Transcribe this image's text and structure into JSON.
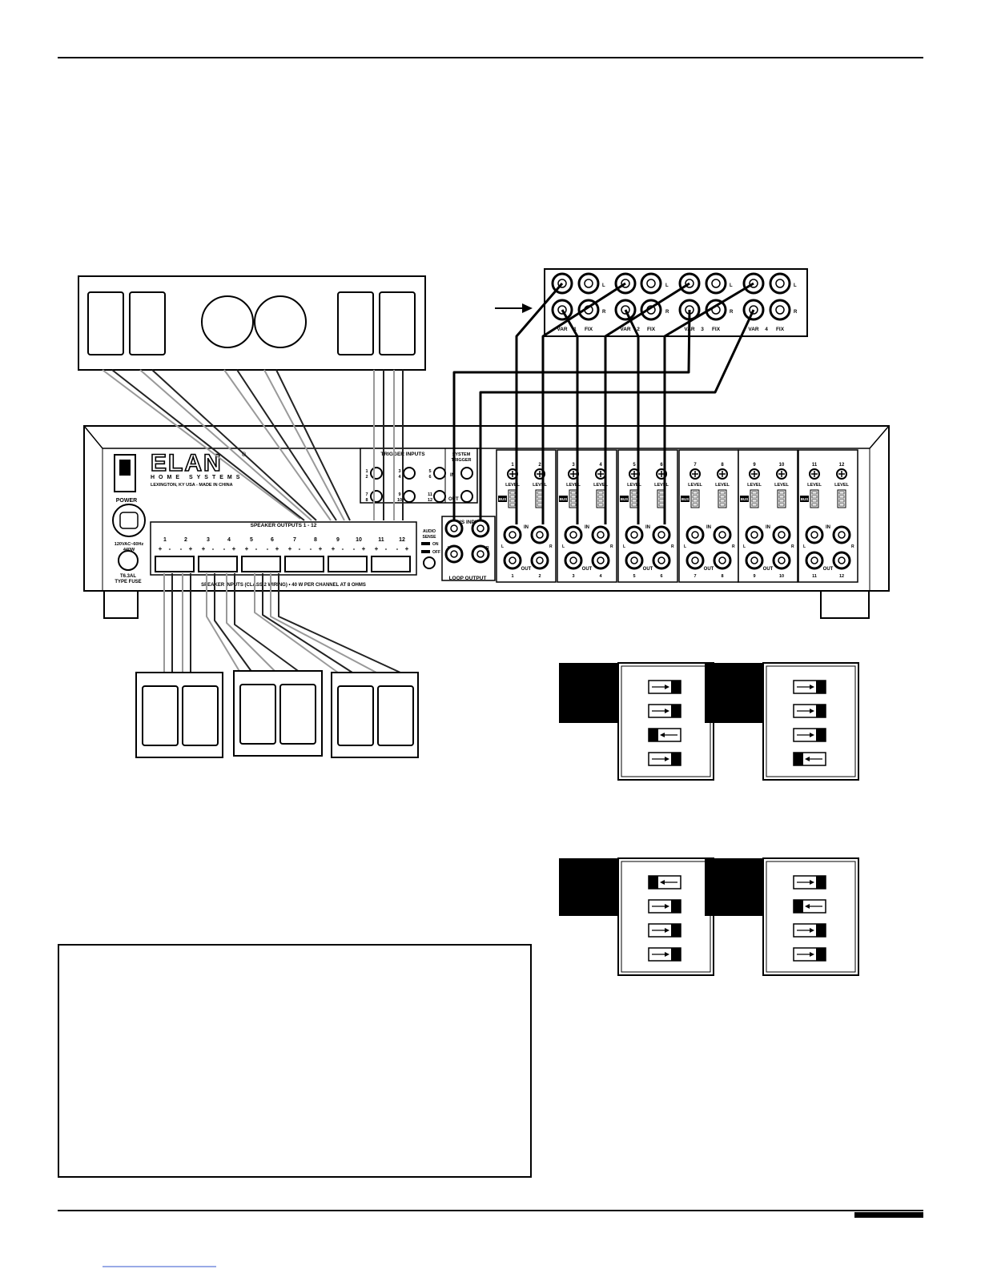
{
  "brand": {
    "logo": "ELAN",
    "sub": "HOME SYSTEMS",
    "address": "LEXINGTON, KY USA - MADE IN CHINA"
  },
  "amp": {
    "power_label": "POWER",
    "voltage_line1": "120VAC~60Hz",
    "voltage_line2": "440W",
    "fuse_line1": "T6.3AL",
    "fuse_line2": "TYPE FUSE",
    "speaker_outputs_label": "SPEAKER OUTPUTS 1 - 12",
    "speaker_inputs_label": "SPEAKER INPUTS (CLASS 2 WIRING) • 40 W PER CHANNEL AT 8 OHMS",
    "trigger_inputs_label": "TRIGGER INPUTS",
    "system_trigger_line1": "SYSTEM",
    "system_trigger_line2": "TRIGGER",
    "trigger_in": "IN",
    "trigger_out": "OUT",
    "bus_input_label": "BUS INPUT",
    "loop_output_label": "LOOP OUTPUT",
    "audio_sense_line1": "AUDIO",
    "audio_sense_line2": "SENSE",
    "on_label": "ON",
    "off_label": "OFF",
    "level_label": "LEVEL",
    "bus_label": "BUS",
    "in_label": "IN",
    "out_label": "OUT",
    "left": "L",
    "right": "R",
    "channel_numbers": [
      "1",
      "2",
      "3",
      "4",
      "5",
      "6",
      "7",
      "8",
      "9",
      "10",
      "11",
      "12"
    ],
    "trigger_pairs": [
      "1/2",
      "3/4",
      "5/6",
      "7/8",
      "9/10",
      "11/12"
    ]
  },
  "source": {
    "left": "L",
    "right": "R",
    "zones": [
      {
        "var": "VAR",
        "num": "1",
        "fix": "FIX"
      },
      {
        "var": "VAR",
        "num": "2",
        "fix": "FIX"
      },
      {
        "var": "VAR",
        "num": "3",
        "fix": "FIX"
      },
      {
        "var": "VAR",
        "num": "4",
        "fix": "FIX"
      }
    ]
  },
  "dip_switches": [
    {
      "positions": [
        "right",
        "right",
        "left",
        "right"
      ]
    },
    {
      "positions": [
        "right",
        "right",
        "right",
        "left"
      ]
    },
    {
      "positions": [
        "left",
        "right",
        "right",
        "right"
      ]
    },
    {
      "positions": [
        "right",
        "left",
        "right",
        "right"
      ]
    }
  ]
}
